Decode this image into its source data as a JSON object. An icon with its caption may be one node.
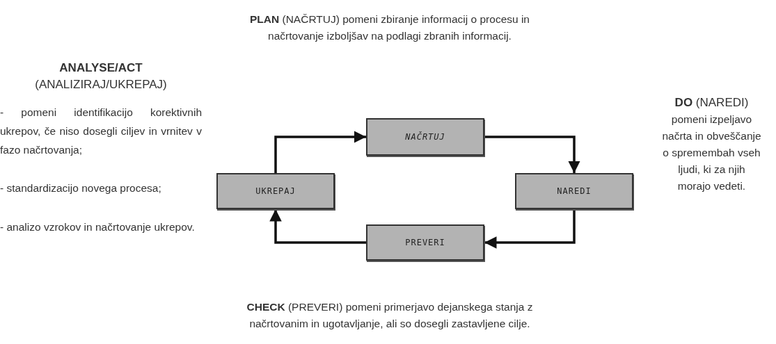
{
  "diagram": {
    "nodes": [
      {
        "text": [
          "NAČRTUJ"
        ]
      },
      {
        "text": [
          "UKREPAJ"
        ]
      },
      {
        "text": [
          "NAREDI"
        ]
      },
      {
        "text": [
          "PREVERI"
        ]
      }
    ],
    "edges": [
      {
        "from": 1,
        "to": 0,
        "arrow": "to"
      },
      {
        "from": 0,
        "to": 2,
        "arrow": "to"
      },
      {
        "from": 2,
        "to": 3,
        "arrow": "to"
      },
      {
        "from": 3,
        "to": 1,
        "arrow": "to"
      }
    ],
    "labels": [
      "**PLAN** (NAČRTUJ) pomeni zbiranje informacij o procesu in načrtovanje izboljšav na podlagi zbranih informacij.",
      "ANALYSE/ACT",
      "(ANALIZIRAJ/UKREPAJ)",
      "**DO** (NAREDI)",
      "- pomeni identifikacijo korektivnih ukrepov, če niso dosegli ciljev in vrnitev v fazo načrtovanja;",
      "pomeni izpeljavo načrta in obveščanje o spremembah vseh ljudi, ki za njih morajo vedeti.",
      "- standardizacijo novega procesa;",
      "- analizo vzrokov in načrtovanje ukrepov.",
      "**CHECK** (PREVERI) pomeni primerjavo dejanskega stanja z načrtovanim in ugotavljanje, ali so dosegli zastavljene cilje."
    ]
  }
}
